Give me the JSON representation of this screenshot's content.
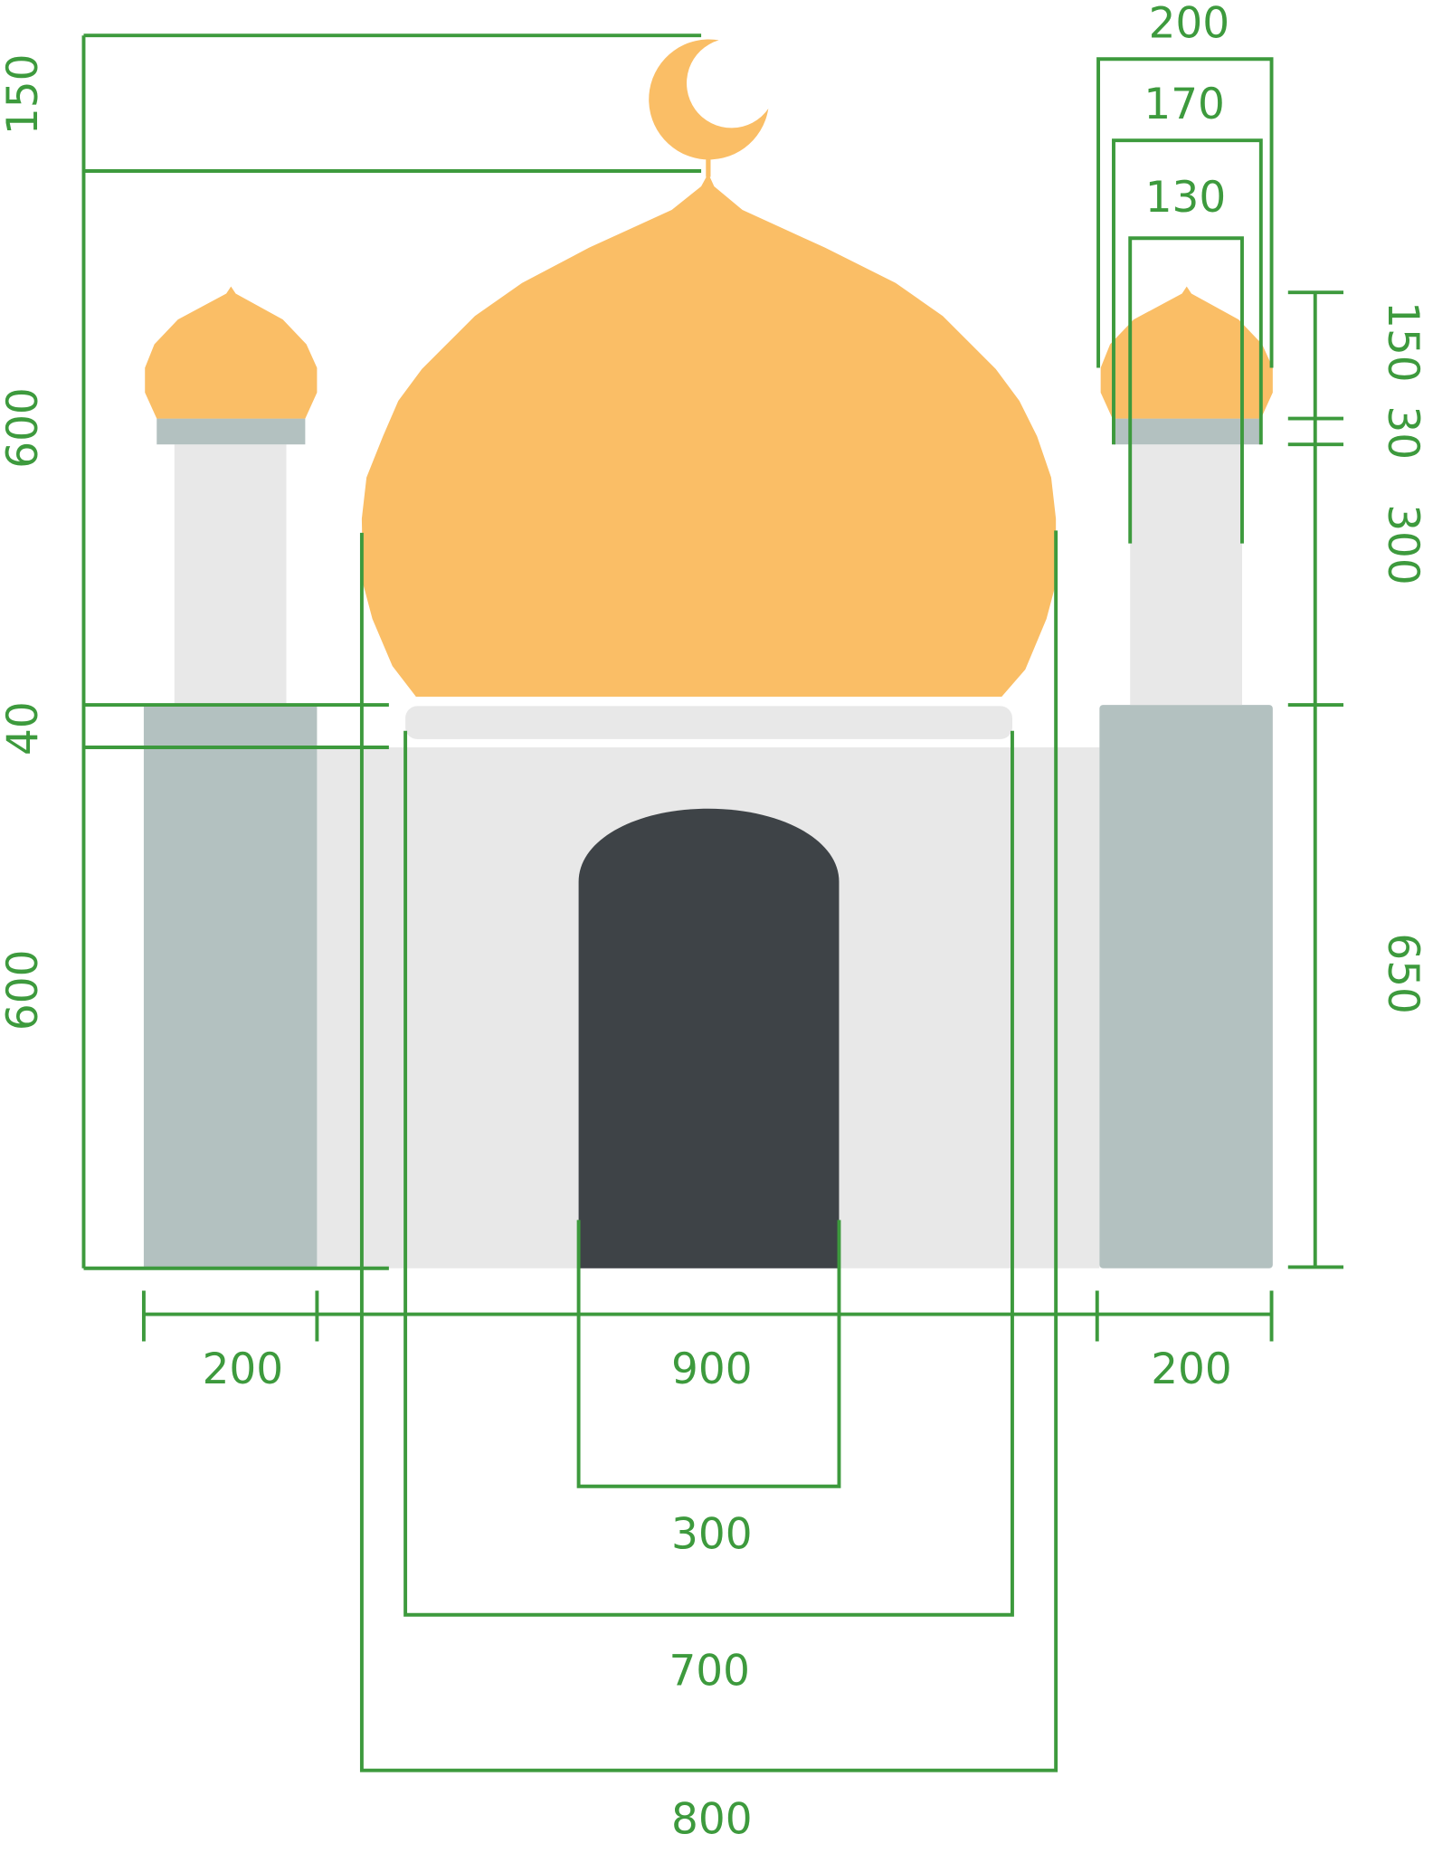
{
  "colors": {
    "dome": "#fabe66",
    "wall": "#e8e8e8",
    "minaret_base": "#b3c1c0",
    "door": "#3e4347",
    "dimension": "#3d9a3d"
  },
  "left_dimensions": [
    "150",
    "600",
    "40",
    "600"
  ],
  "right_dimensions": [
    "150",
    "30",
    "300",
    "650"
  ],
  "top_dimensions": [
    "200",
    "170",
    "130"
  ],
  "bottom_dimensions": {
    "left_minaret": "200",
    "total": "900",
    "right_minaret": "200",
    "door": "300",
    "cornice": "700",
    "dome": "800"
  }
}
